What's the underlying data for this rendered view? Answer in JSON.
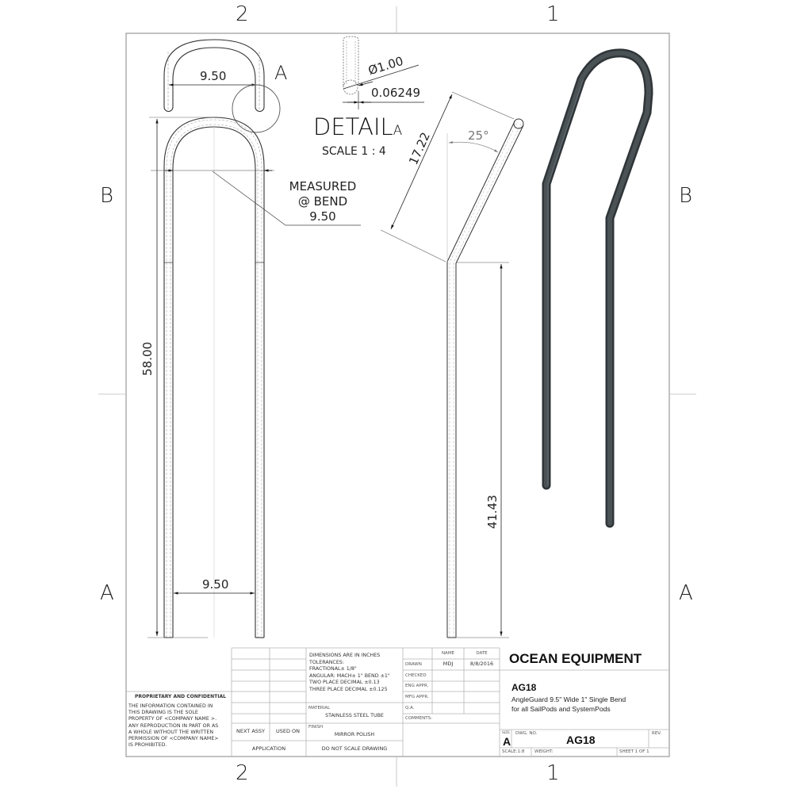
{
  "zones": {
    "top": [
      "2",
      "1"
    ],
    "bottom": [
      "2",
      "1"
    ],
    "left": [
      "B",
      "A"
    ],
    "right": [
      "B",
      "A"
    ]
  },
  "top_view": {
    "width_dim": "9.50",
    "detail_marker": "A"
  },
  "front_view": {
    "height_dim": "58.00",
    "bottom_width_dim": "9.50",
    "note_line1": "MEASURED",
    "note_line2": "@ BEND",
    "note_line3": "9.50"
  },
  "detail": {
    "diameter_dim": "Ø1.00",
    "wall_dim": "0.06249",
    "title": "DETAIL",
    "title_suffix": "A",
    "scale": "SCALE 1 : 4"
  },
  "side_view": {
    "angled_length_dim": "17.22",
    "angle_dim": "25°",
    "straight_length_dim": "41.43"
  },
  "iso_view": {
    "tube_color": "#3d4447"
  },
  "title_block": {
    "proprietary_heading": "PROPRIETARY AND CONFIDENTIAL",
    "proprietary_text": [
      "THE INFORMATION CONTAINED IN",
      "THIS DRAWING IS THE SOLE",
      "PROPERTY OF <COMPANY NAME >.",
      "ANY REPRODUCTION IN PART OR AS",
      "A WHOLE WITHOUT THE WRITTEN",
      "PERMISSION OF <COMPANY NAME>",
      "IS PROHIBITED."
    ],
    "next_assy": "NEXT ASSY",
    "used_on": "USED ON",
    "application": "APPLICATION",
    "tolerances": [
      "DIMENSIONS ARE IN INCHES",
      "TOLERANCES:",
      "FRACTIONAL± 1/8\"",
      "ANGULAR: MACH± 1\" BEND ±1\"",
      "TWO PLACE DECIMAL    ±0.13",
      "THREE PLACE DECIMAL  ±0.125"
    ],
    "material_label": "MATERIAL",
    "material_value": "STAINLESS STEEL TUBE",
    "finish_label": "FINISH",
    "finish_value": "MIRROR POLISH",
    "do_not_scale": "DO  NOT  SCALE  DRAWING",
    "name_header": "NAME",
    "date_header": "DATE",
    "approval_rows": [
      {
        "label": "DRAWN",
        "name": "MDJ",
        "date": "8/8/2016"
      },
      {
        "label": "CHECKED",
        "name": "",
        "date": ""
      },
      {
        "label": "ENG APPR.",
        "name": "",
        "date": ""
      },
      {
        "label": "MFG APPR.",
        "name": "",
        "date": ""
      },
      {
        "label": "Q.A.",
        "name": "",
        "date": ""
      }
    ],
    "comments_label": "COMMENTS:",
    "company": "OCEAN EQUIPMENT",
    "part_number": "AG18",
    "description_line1": "AngleGuard 9.5\" Wide 1\" Single Bend",
    "description_line2": "for all SailPods and SystemPods",
    "size_label": "SIZE",
    "size_value": "A",
    "dwg_no_label": "DWG.  NO.",
    "dwg_no_value": "AG18",
    "rev_label": "REV.",
    "scale_label": "SCALE:1:8",
    "weight_label": "WEIGHT:",
    "sheet_label": "SHEET 1 OF 1"
  }
}
